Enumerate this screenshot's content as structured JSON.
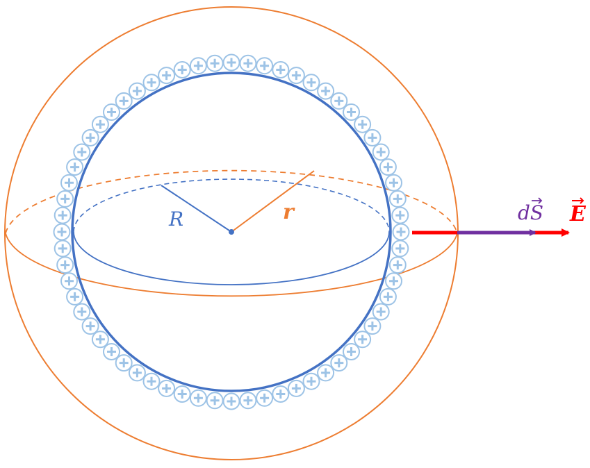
{
  "labels": {
    "inner_radius": "R",
    "gauss_radius": "r",
    "area_vector": "dS",
    "field_vector": "E"
  },
  "charge_symbol": "+",
  "charge_count": 64,
  "colors": {
    "inner_sphere": "#4472C4",
    "gaussian_surface": "#ED7D31",
    "charges": "#9DC3E6",
    "area_vector": "#7030A0",
    "field_vector": "#FF0000",
    "center_dot": "#4472C4"
  }
}
